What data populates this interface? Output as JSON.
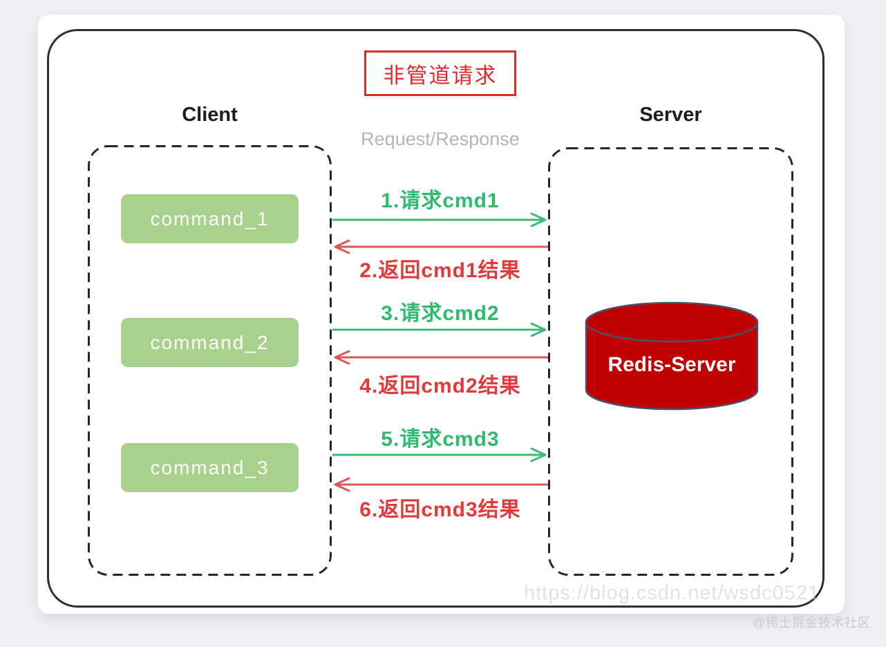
{
  "diagram": {
    "title": "非管道请求",
    "client": {
      "label": "Client",
      "commands": [
        "command_1",
        "command_2",
        "command_3"
      ]
    },
    "server": {
      "label": "Server",
      "node_label": "Redis-Server"
    },
    "channel_label": "Request/Response",
    "exchanges": [
      {
        "request": "1.请求cmd1",
        "response": "2.返回cmd1结果"
      },
      {
        "request": "3.请求cmd2",
        "response": "4.返回cmd2结果"
      },
      {
        "request": "5.请求cmd3",
        "response": "6.返回cmd3结果"
      }
    ],
    "colors": {
      "request_green": "#2dbb6f",
      "response_red": "#e23a3a",
      "title_red": "#e22929",
      "command_box_green": "#a9d18e",
      "redis_fill": "#c00000",
      "redis_stroke": "#44546a",
      "channel_gray": "#b5b5b5",
      "border_black": "#2e2e2e"
    }
  },
  "watermarks": {
    "url": "https://blog.csdn.net/wsdc0521",
    "community": "@稀土掘金技术社区"
  }
}
